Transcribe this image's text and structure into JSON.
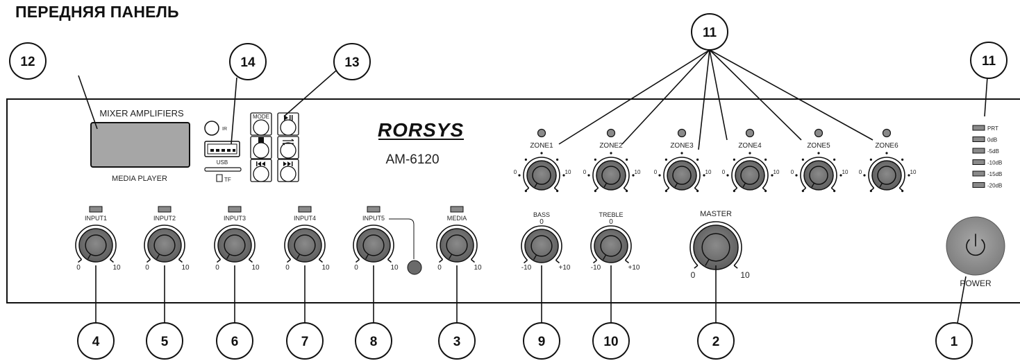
{
  "title": "ПЕРЕДНЯЯ ПАНЕЛЬ",
  "display": {
    "top_label": "MIXER AMPLIFIERS",
    "bottom_label": "MEDIA PLAYER"
  },
  "ir_label": "IR",
  "usb_label": "USB",
  "tf_label": "TF",
  "media_buttons": [
    {
      "label": "MODE"
    },
    {
      "label": "play-pause-icon"
    },
    {
      "label": "stop-icon"
    },
    {
      "label": "repeat-icon"
    },
    {
      "label": "previous-track-icon"
    },
    {
      "label": "next-track-icon"
    }
  ],
  "brand": {
    "logo": "RORSYS",
    "model": "AM-6120"
  },
  "zones": [
    {
      "label": "ZONE1",
      "min": "0",
      "max": "10"
    },
    {
      "label": "ZONE2",
      "min": "0",
      "max": "10"
    },
    {
      "label": "ZONE3",
      "min": "0",
      "max": "10"
    },
    {
      "label": "ZONE4",
      "min": "0",
      "max": "10"
    },
    {
      "label": "ZONE5",
      "min": "0",
      "max": "10"
    },
    {
      "label": "ZONE6",
      "min": "0",
      "max": "10"
    }
  ],
  "meter": [
    "PRT",
    "0dB",
    "-5dB",
    "-10dB",
    "-15dB",
    "-20dB"
  ],
  "inputs": [
    {
      "label": "INPUT1",
      "min": "0",
      "max": "10",
      "callout": "4"
    },
    {
      "label": "INPUT2",
      "min": "0",
      "max": "10",
      "callout": "5"
    },
    {
      "label": "INPUT3",
      "min": "0",
      "max": "10",
      "callout": "6"
    },
    {
      "label": "INPUT4",
      "min": "0",
      "max": "10",
      "callout": "7"
    },
    {
      "label": "INPUT5",
      "min": "0",
      "max": "10",
      "callout": "8"
    },
    {
      "label": "MEDIA",
      "min": "0",
      "max": "10",
      "callout": "3"
    }
  ],
  "tone": [
    {
      "label": "BASS",
      "center": "0",
      "min": "-10",
      "max": "+10",
      "callout": "9"
    },
    {
      "label": "TREBLE",
      "center": "0",
      "min": "-10",
      "max": "+10",
      "callout": "10"
    }
  ],
  "master": {
    "label": "MASTER",
    "min": "0",
    "max": "10",
    "callout": "2"
  },
  "power": {
    "label": "POWER",
    "callout": "1"
  },
  "callouts_top": {
    "display": "12",
    "usb": "14",
    "buttons": "13",
    "zones": "11",
    "meter": "11"
  }
}
